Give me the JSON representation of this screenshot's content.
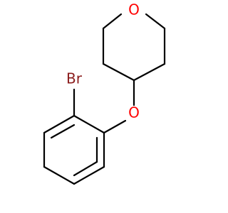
{
  "structure": {
    "atoms": {
      "ring_oxygen": "O",
      "ether_oxygen": "O",
      "bromine": "Br"
    },
    "colors": {
      "oxygen": "#ff0000",
      "bromine": "#8b1c1c",
      "bond": "#000000",
      "background": "#ffffff"
    }
  }
}
